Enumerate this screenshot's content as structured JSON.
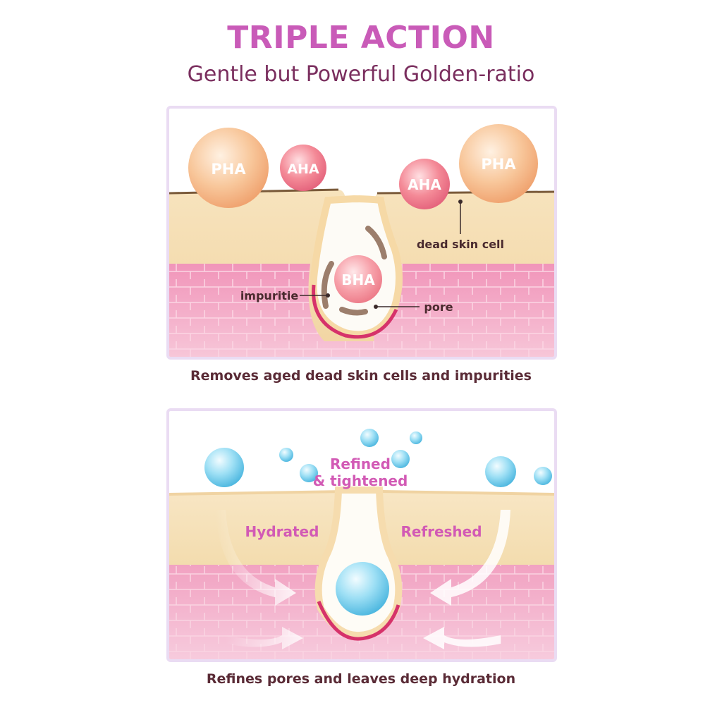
{
  "header": {
    "title": "TRIPLE ACTION",
    "subtitle": "Gentle but Powerful Golden-ratio"
  },
  "panel1": {
    "spheres": {
      "pha_left": "PHA",
      "aha_left": "AHA",
      "aha_right": "AHA",
      "pha_right": "PHA",
      "bha": "BHA"
    },
    "labels": {
      "dead_skin_cell": "dead skin cell",
      "impuritie": "impuritie",
      "pore": "pore"
    },
    "caption": "Removes aged dead skin cells and impurities"
  },
  "panel2": {
    "labels": {
      "refined_line1": "Refined",
      "refined_line2": "& tightened",
      "hydrated": "Hydrated",
      "refreshed": "Refreshed"
    },
    "caption": "Refines pores and leaves deep hydration"
  },
  "colors": {
    "title": "#c95bb8",
    "subtitle": "#7a2e5e",
    "caption": "#5a2b36",
    "panel_border": "#eadcf3",
    "skin_top": "#f5dfb4",
    "skin_pink": "#f2a6c3",
    "pha_sphere": "#f6b98a",
    "aha_sphere": "#f07d8c",
    "bha_sphere": "#f5909c",
    "water_bubble": "#7fd3ef",
    "label_pink": "#d25ab5"
  }
}
